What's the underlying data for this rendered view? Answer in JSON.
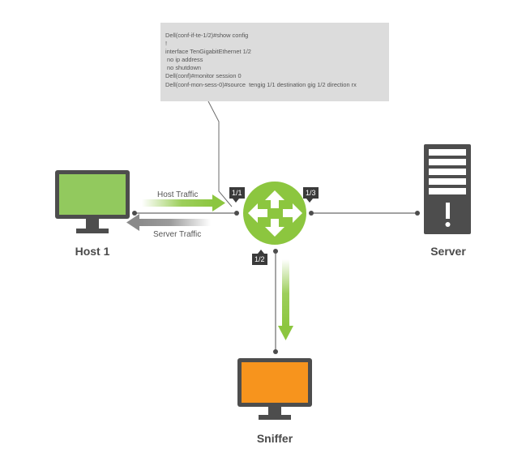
{
  "cli": {
    "lines": [
      "Dell(conf-if-te-1/2)#show config",
      "!",
      "interface TenGigabitEthernet 1/2",
      " no ip address",
      " no shutdown",
      "Dell(conf)#monitor session 0",
      "Dell(conf-mon-sess-0)#source  tengig 1/1 destination gig 1/2 direction rx"
    ]
  },
  "ports": {
    "host_port": "1/1",
    "server_port": "1/3",
    "sniffer_port": "1/2"
  },
  "traffic": {
    "host_traffic": "Host Traffic",
    "server_traffic": "Server Traffic"
  },
  "nodes": {
    "host": "Host 1",
    "server": "Server",
    "sniffer": "Sniffer"
  },
  "colors": {
    "router": "#8cc63f",
    "host_screen": "#92c95e",
    "sniffer_screen": "#f7941d",
    "monitor_frame": "#4d4d4d",
    "server_body": "#4d4d4d",
    "green_arrow": "#8cc63f",
    "gray_arrow": "#8a8a8a",
    "cli_background": "#dcdcdc"
  },
  "icons": {
    "host": "monitor-icon",
    "server": "server-tower-icon",
    "sniffer": "monitor-icon",
    "switch": "router-icon"
  }
}
